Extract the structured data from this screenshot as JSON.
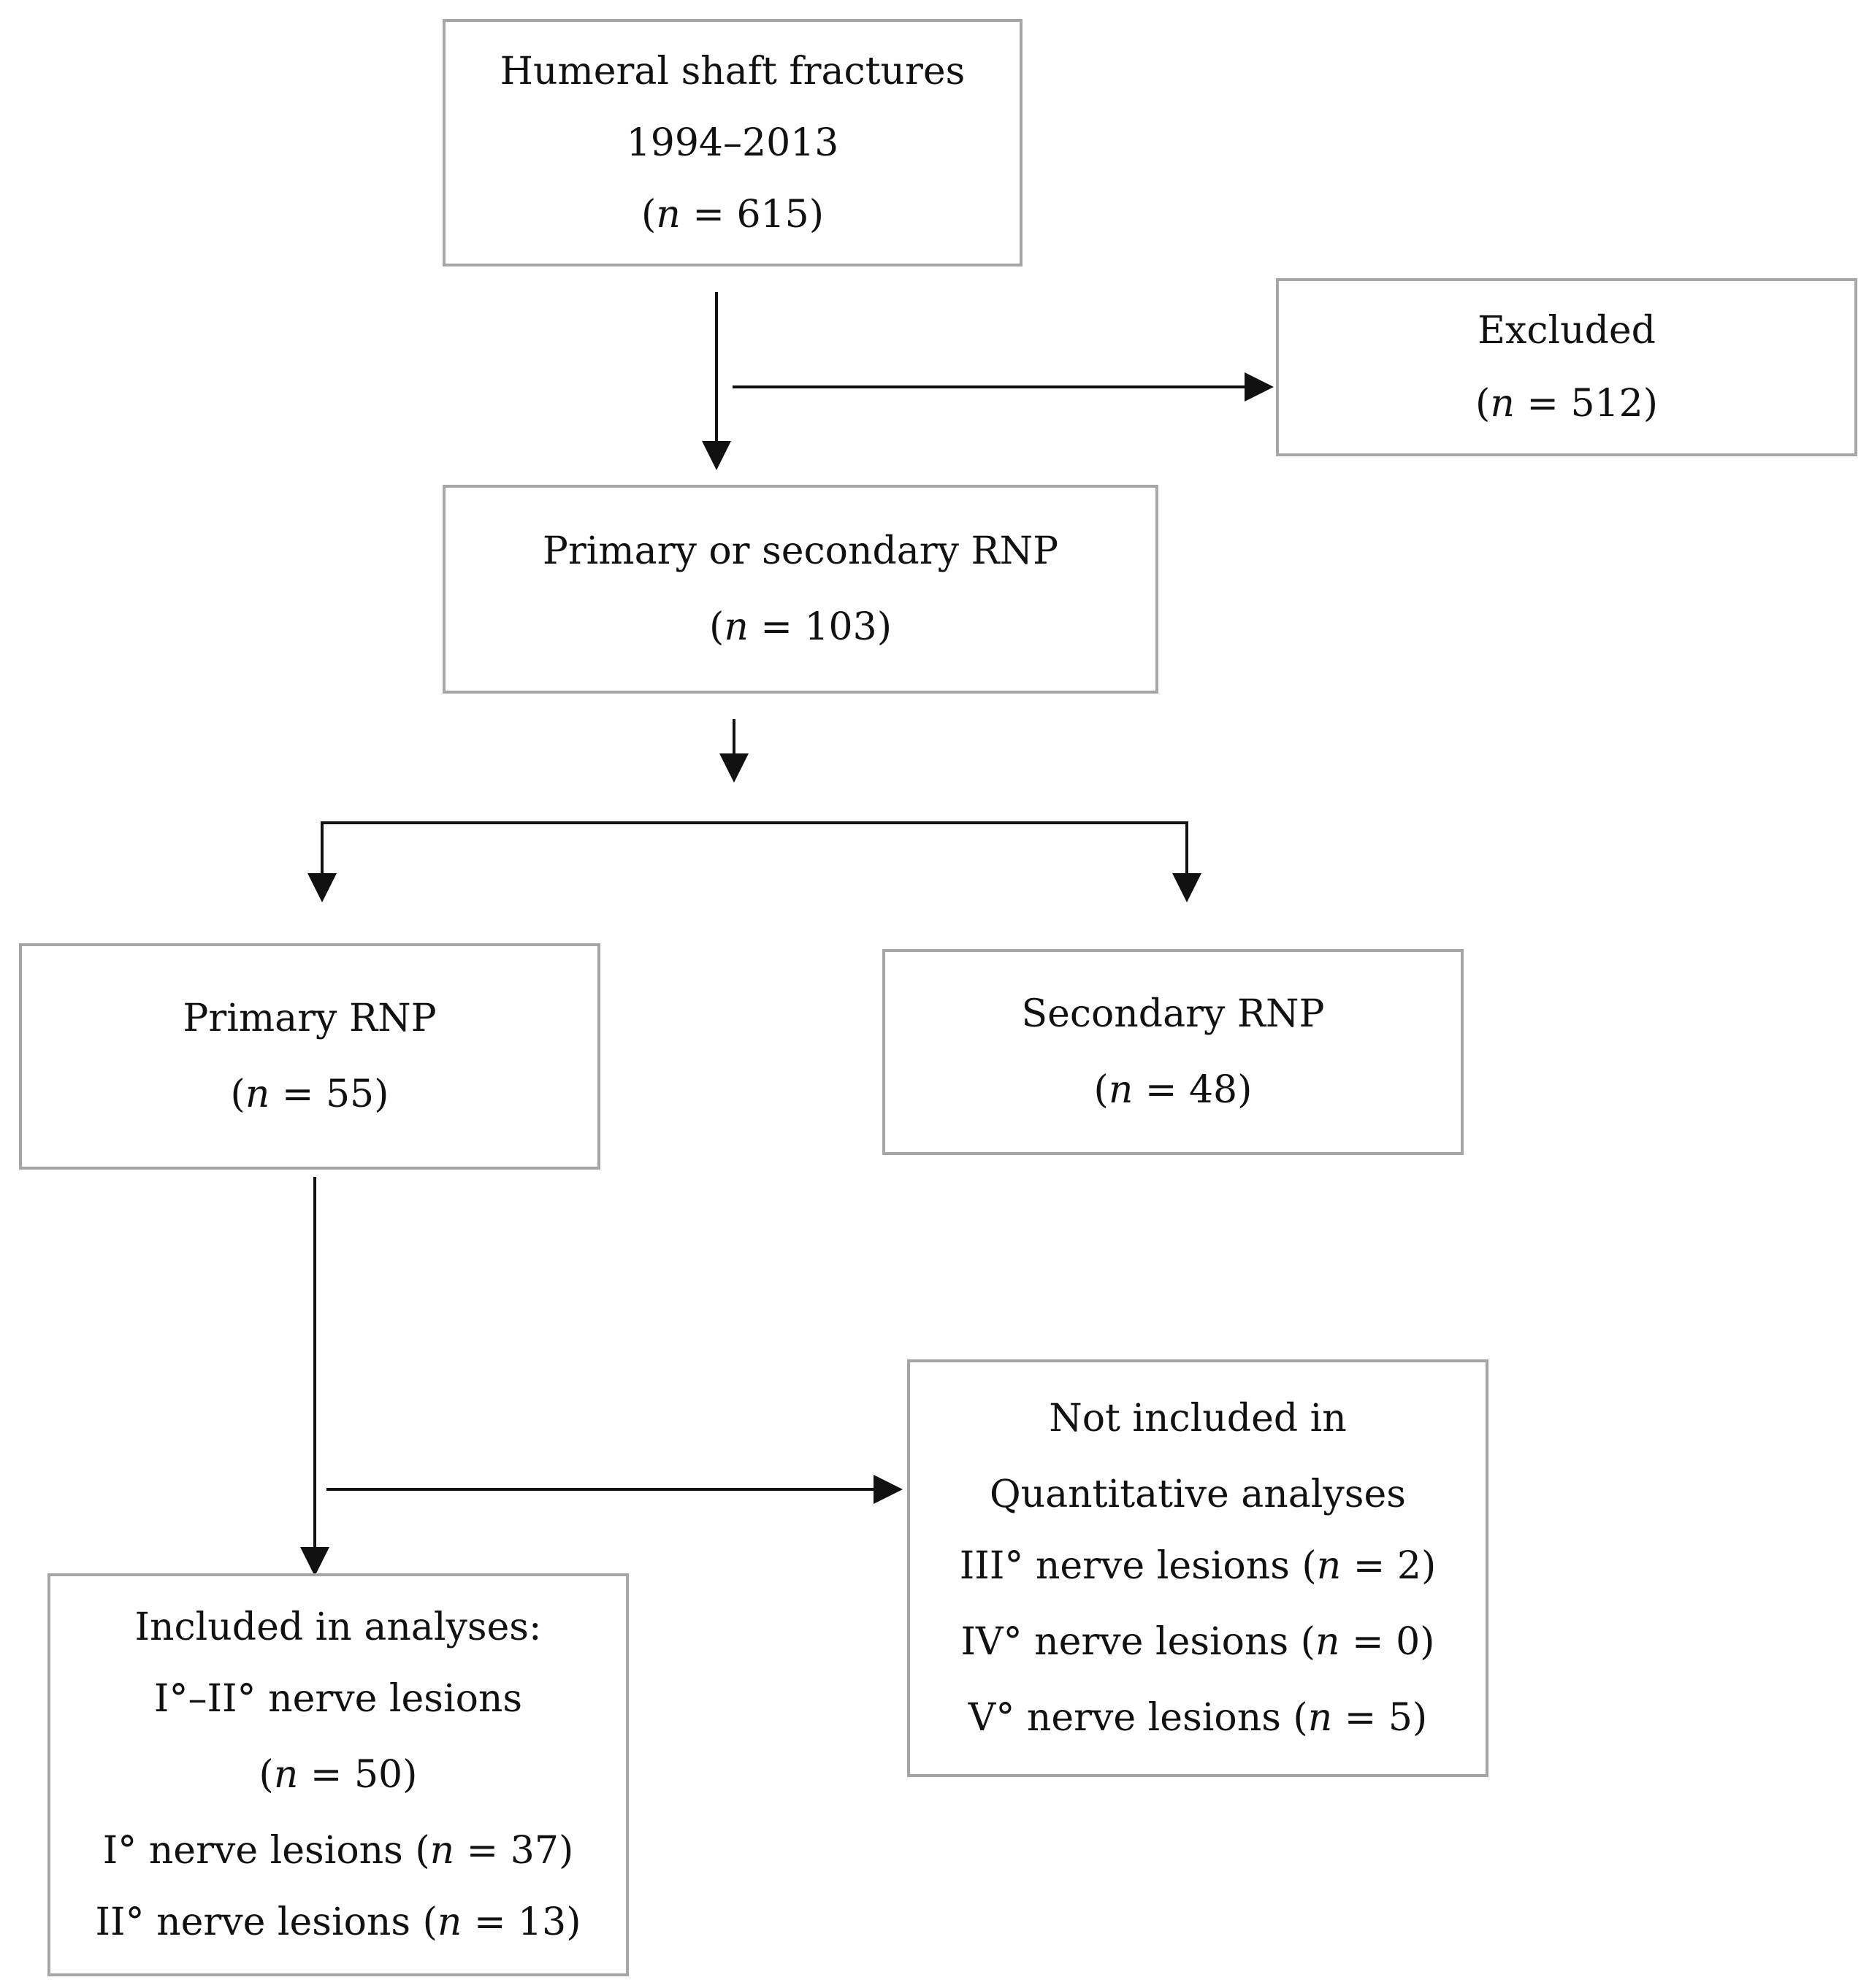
{
  "nodes": {
    "humeral": {
      "title": "Humeral shaft fractures",
      "years": "1994–2013",
      "n_open": "(",
      "n_symbol": "n",
      "n_value": " = 615)"
    },
    "excluded": {
      "title": "Excluded",
      "n_open": "(",
      "n_symbol": "n",
      "n_value": " = 512)"
    },
    "primary_or_secondary": {
      "title": "Primary or secondary RNP",
      "n_open": "(",
      "n_symbol": "n",
      "n_value": " = 103)"
    },
    "primary": {
      "title": "Primary RNP",
      "n_open": "(",
      "n_symbol": "n",
      "n_value": " = 55)"
    },
    "secondary": {
      "title": "Secondary RNP",
      "n_open": "(",
      "n_symbol": "n",
      "n_value": " = 48)"
    },
    "not_included": {
      "title_line1": "Not included in",
      "title_line2": "Quantitative analyses",
      "items": [
        {
          "label": "III° nerve lesions (",
          "n_symbol": "n",
          "n_value": " = 2)"
        },
        {
          "label": "IV° nerve lesions (",
          "n_symbol": "n",
          "n_value": " = 0)"
        },
        {
          "label": "V° nerve lesions (",
          "n_symbol": "n",
          "n_value": " = 5)"
        }
      ]
    },
    "included": {
      "title": "Included in analyses:",
      "subtitle": "I°–II° nerve lesions",
      "n_open": "(",
      "n_symbol": "n",
      "n_value": " = 50)",
      "items": [
        {
          "label": "I° nerve lesions (",
          "n_symbol": "n",
          "n_value": " = 37)"
        },
        {
          "label": "II° nerve lesions (",
          "n_symbol": "n",
          "n_value": " = 13)"
        }
      ]
    }
  },
  "colors": {
    "box_border": "#a6a6a6",
    "arrow": "#111111",
    "text": "#111111"
  }
}
